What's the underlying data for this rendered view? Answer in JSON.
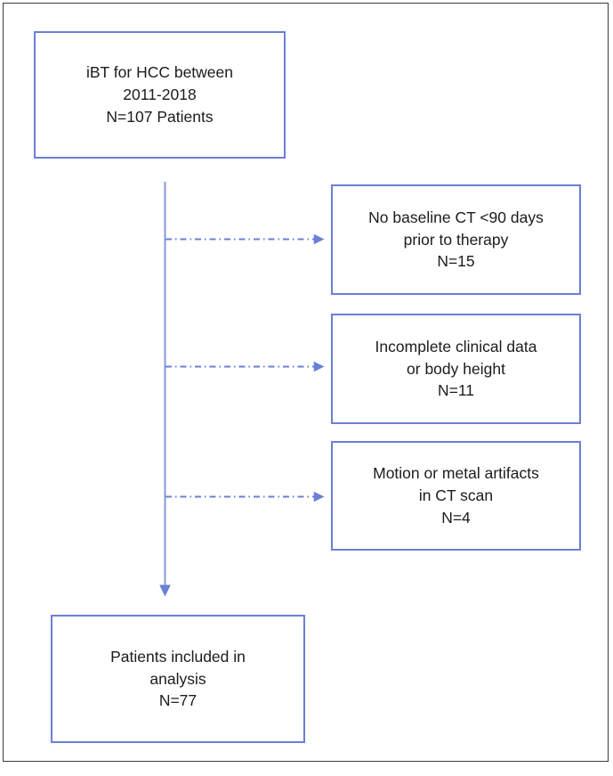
{
  "figure": {
    "type": "flowchart",
    "orientation": "vertical-with-side-exclusions",
    "colors": {
      "box_border": "#6B7FD7",
      "connector": "#6B7FD7",
      "frame_border": "#3C3C3C",
      "text": "#1C1C1C",
      "background": "#FFFFFF"
    },
    "nodes": [
      {
        "id": "cohort",
        "role": "source-cohort",
        "lines": [
          "iBT for HCC between",
          "2011-2018",
          "N=107 Patients"
        ]
      },
      {
        "id": "exclusion-1",
        "role": "exclusion",
        "lines": [
          "No baseline CT <90 days",
          "prior to therapy",
          "N=15"
        ]
      },
      {
        "id": "exclusion-2",
        "role": "exclusion",
        "lines": [
          "Incomplete clinical data",
          "or body height",
          "N=11"
        ]
      },
      {
        "id": "exclusion-3",
        "role": "exclusion",
        "lines": [
          "Motion or metal artifacts",
          "in CT scan",
          "N=4"
        ]
      },
      {
        "id": "included",
        "role": "final-cohort",
        "lines": [
          "Patients included in",
          "analysis",
          "N=77"
        ]
      }
    ],
    "edges": [
      {
        "id": "spine",
        "from": "cohort",
        "to": "included",
        "style": "solid",
        "arrow": "down"
      },
      {
        "id": "branch-1",
        "from": "spine",
        "to": "exclusion-1",
        "style": "dash-dot",
        "arrow": "right"
      },
      {
        "id": "branch-2",
        "from": "spine",
        "to": "exclusion-2",
        "style": "dash-dot",
        "arrow": "right"
      },
      {
        "id": "branch-3",
        "from": "spine",
        "to": "exclusion-3",
        "style": "dash-dot",
        "arrow": "right"
      }
    ]
  }
}
